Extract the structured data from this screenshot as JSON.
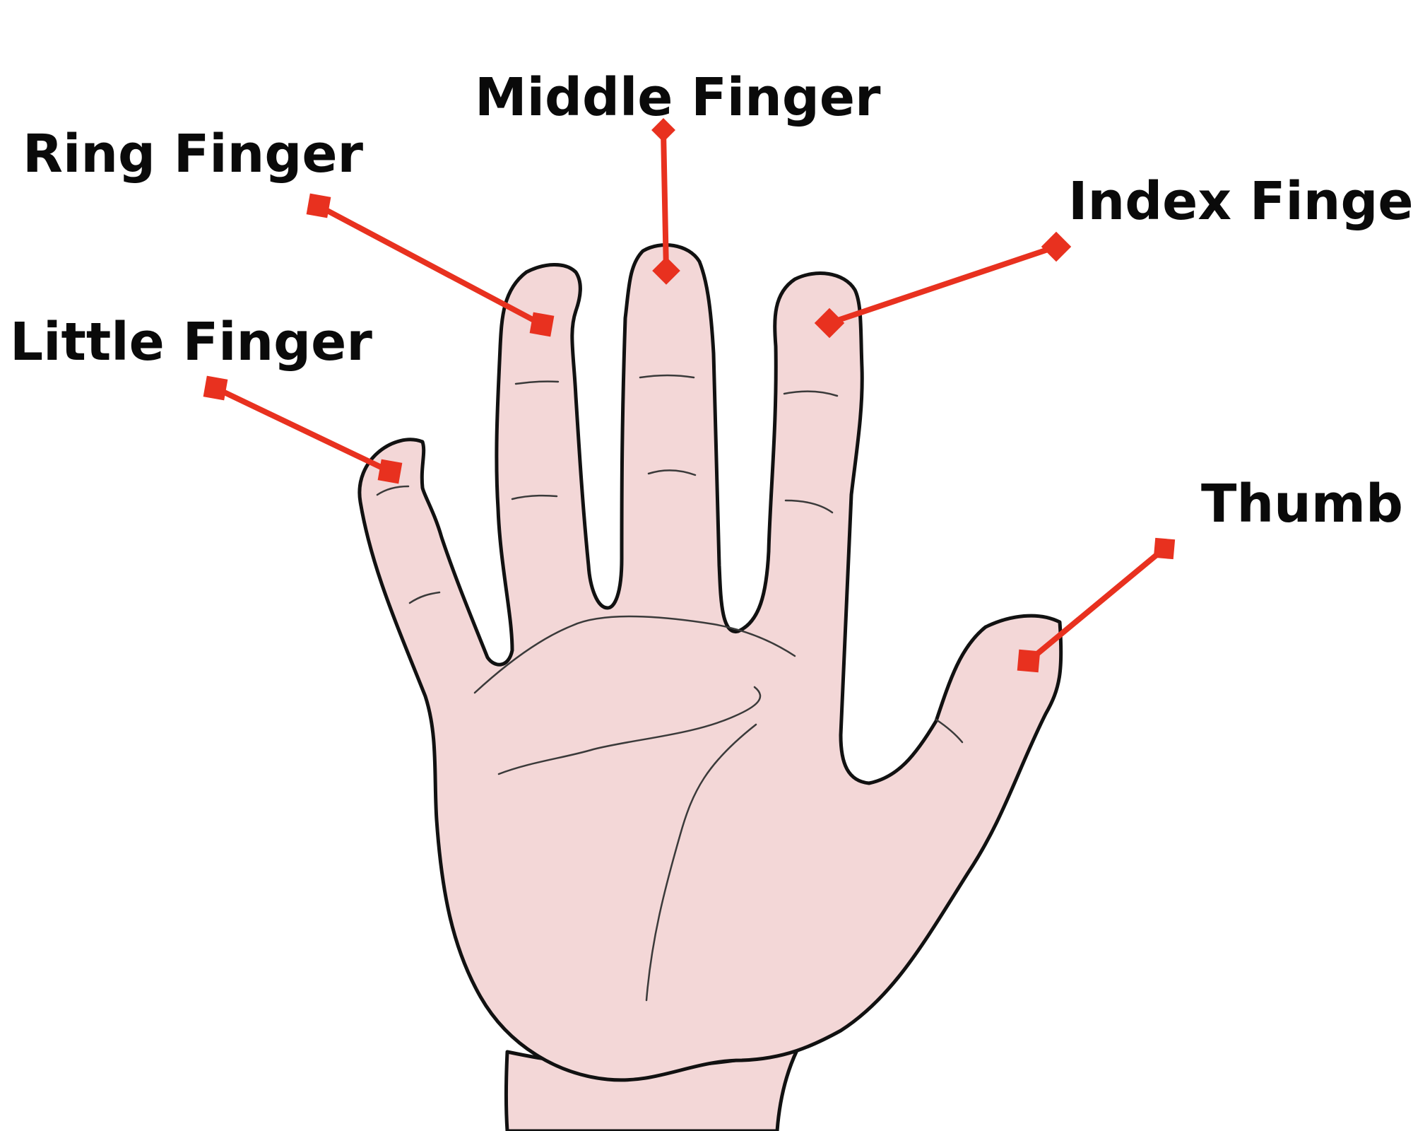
{
  "labels": {
    "middle": "Middle Finger",
    "ring": "Ring Finger",
    "index": "Index Finger",
    "little": "Little Finger",
    "thumb": "Thumb"
  },
  "colors": {
    "leader": "#e8311f",
    "skin": "#f3d7d7",
    "outline": "#111111",
    "text": "#0a0a0a",
    "background": "#ffffff"
  }
}
